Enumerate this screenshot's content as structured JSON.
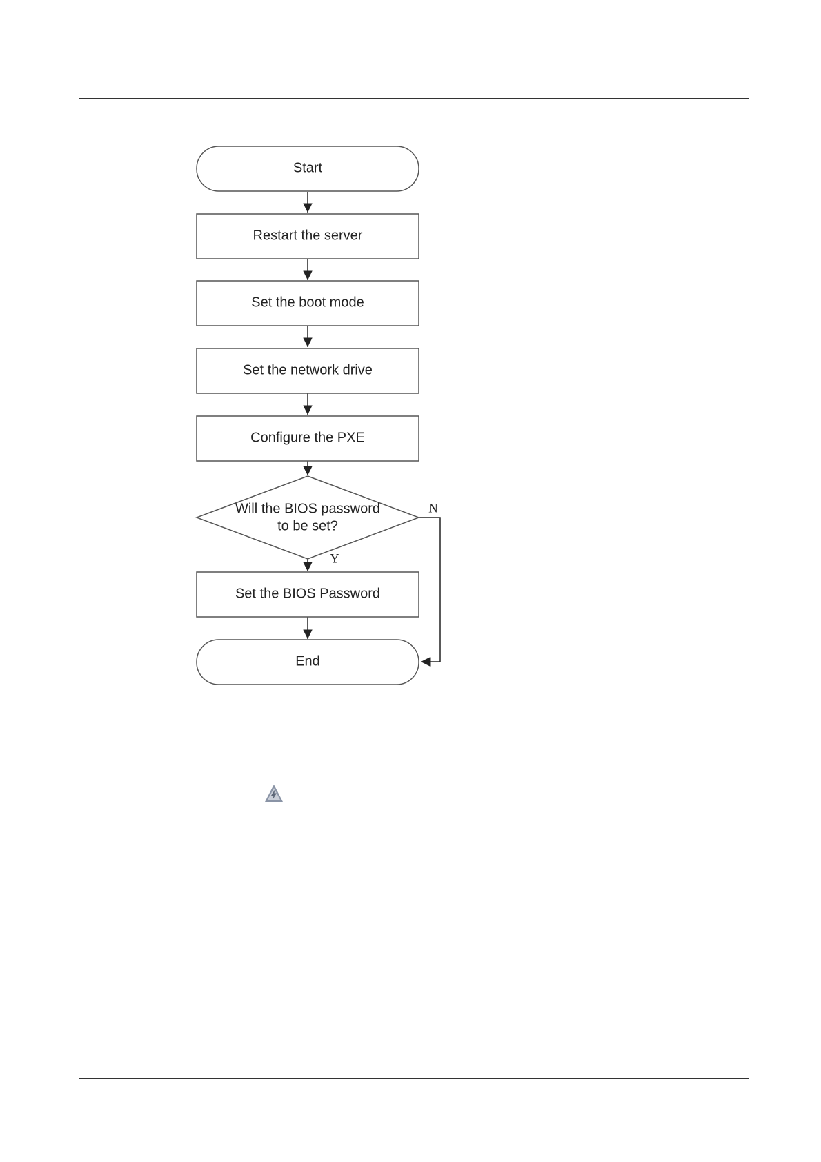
{
  "flowchart": {
    "nodes": {
      "start": "Start",
      "restart": "Restart the server",
      "boot_mode": "Set the boot mode",
      "network_drive": "Set the network drive",
      "pxe": "Configure the PXE",
      "decision_line1": "Will the BIOS password",
      "decision_line2": "to be set?",
      "bios_password": "Set the BIOS Password",
      "end": "End"
    },
    "branches": {
      "yes": "Y",
      "no": "N"
    }
  },
  "icons": {
    "warning": "warning-icon"
  },
  "colors": {
    "stroke": "#555555",
    "icon": "#8a94a6"
  }
}
